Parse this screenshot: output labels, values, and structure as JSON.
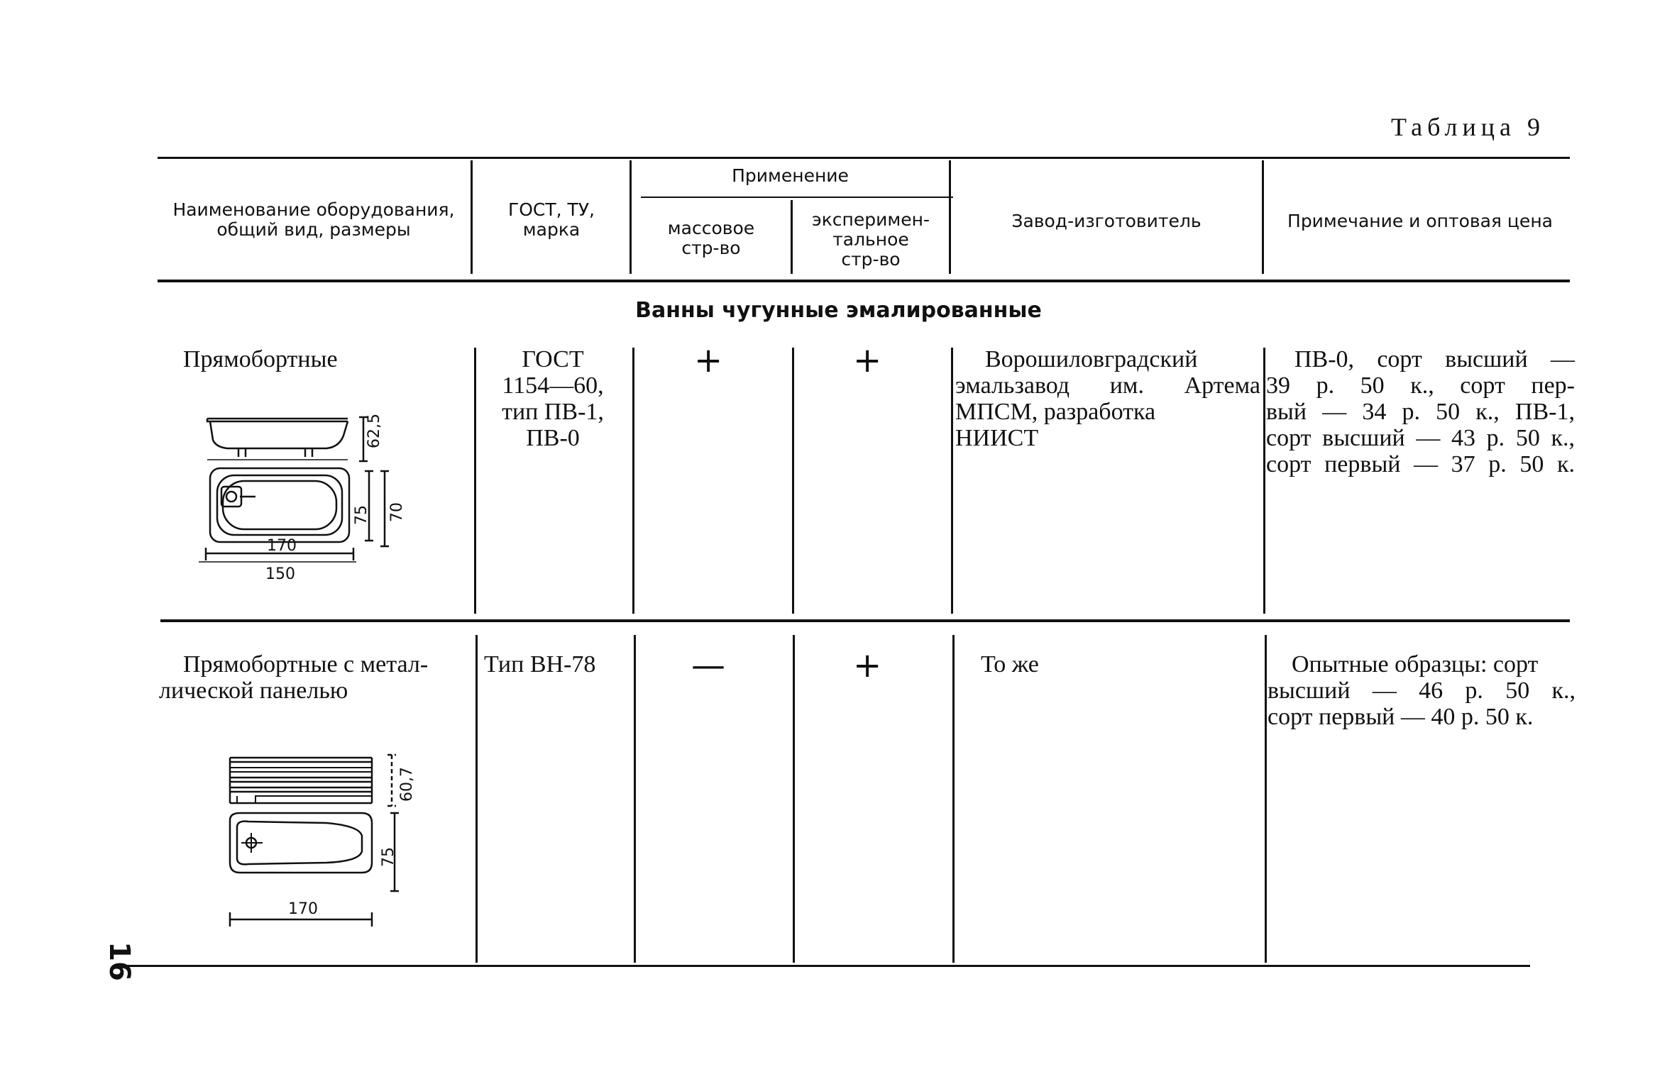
{
  "table_title": "Таблица 9",
  "headers": {
    "name": [
      "Наименование оборудования,",
      "общий вид, размеры"
    ],
    "gost": [
      "ГОСТ, ТУ,",
      "марка"
    ],
    "application": "Применение",
    "mass": [
      "массовое",
      "стр-во"
    ],
    "experimental": [
      "эксперимен-",
      "тальное",
      "стр-во"
    ],
    "factory": "Завод-изготовитель",
    "note": "Примечание и оптовая цена"
  },
  "section_title": "Ванны чугунные эмалированные",
  "rows": [
    {
      "name": [
        "Прямобортные"
      ],
      "gost": [
        "ГОСТ",
        "1154—60,",
        "тип ПВ-1,",
        "ПВ-0"
      ],
      "mass": "+",
      "experimental": "+",
      "factory": [
        "Ворошиловградский",
        "эмальзавод им. Артема",
        "МПСМ, разработка",
        "НИИСТ"
      ],
      "note": [
        "ПВ-0, сорт высший —",
        "39 р. 50 к., сорт пер-",
        "вый — 34 р. 50 к., ПВ-1,",
        "сорт высший — 43 р. 50 к.,",
        "сорт первый — 37 р. 50 к."
      ],
      "dims": {
        "d1": "62,5",
        "d2": "75",
        "d3": "70",
        "d4": "170",
        "d5": "150"
      }
    },
    {
      "name": [
        "Прямобортные с метал-",
        "лической панелью"
      ],
      "gost": [
        "Тип ВН-78"
      ],
      "mass": "—",
      "experimental": "+",
      "factory": [
        "То же"
      ],
      "note": [
        "Опытные образцы: сорт",
        "высший — 46 р. 50 к.,",
        "сорт первый — 40 р. 50 к."
      ],
      "dims": {
        "d1": "60,7",
        "d2": "75",
        "d3": "170"
      }
    }
  ],
  "page_number": "16"
}
